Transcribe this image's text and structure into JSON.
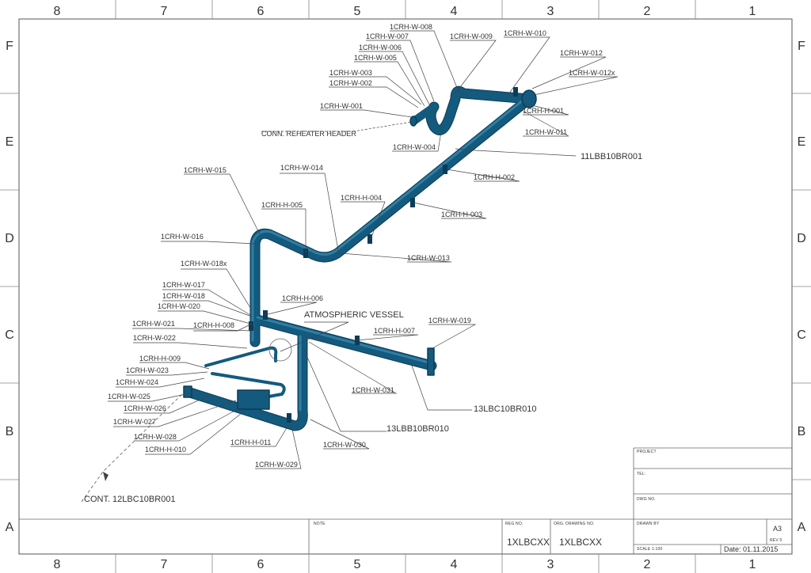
{
  "border": {
    "columns": [
      "8",
      "7",
      "6",
      "5",
      "4",
      "3",
      "2",
      "1"
    ],
    "rows": [
      "F",
      "E",
      "D",
      "C",
      "B",
      "A"
    ]
  },
  "colors": {
    "pipe": "#135a7e",
    "pipe_dark": "#0b3d57",
    "pipe_light": "#3a86ad",
    "line": "#444444"
  },
  "labels": {
    "w001": "1CRH-W-001",
    "w002": "1CRH-W-002",
    "w003": "1CRH-W-003",
    "w004": "1CRH-W-004",
    "w005": "1CRH-W-005",
    "w006": "1CRH-W-006",
    "w007": "1CRH-W-007",
    "w008": "1CRH-W-008",
    "w009": "1CRH-W-009",
    "w010": "1CRH-W-010",
    "w011": "1CRH-W-011",
    "w012": "1CRH-W-012",
    "w012x": "1CRH-W-012x",
    "w013": "1CRH-W-013",
    "w014": "1CRH-W-014",
    "w015": "1CRH-W-015",
    "w016": "1CRH-W-016",
    "w017": "1CRH-W-017",
    "w018": "1CRH-W-018",
    "w018x": "1CRH-W-018x",
    "w019": "1CRH-W-019",
    "w020": "1CRH-W-020",
    "w021": "1CRH-W-021",
    "w022": "1CRH-W-022",
    "w023": "1CRH-W-023",
    "w024": "1CRH-W-024",
    "w025": "1CRH-W-025",
    "w026": "1CRH-W-026",
    "w027": "1CRH-W-027",
    "w028": "1CRH-W-028",
    "w029": "1CRH-W-029",
    "w030": "1CRH-W-030",
    "w031": "1CRH-W-031",
    "h001": "1CRH-H-001",
    "h002": "1CRH-H-002",
    "h003": "1CRH-H-003",
    "h004": "1CRH-H-004",
    "h005": "1CRH-H-005",
    "h006": "1CRH-H-006",
    "h007": "1CRH-H-007",
    "h008": "1CRH-H-008",
    "h009": "1CRH-H-009",
    "h010": "1CRH-H-010",
    "h011": "1CRH-H-011",
    "conn_reheater": "CONN. REHEATER HEADER",
    "lbb_11": "11LBB10BR001",
    "atmospheric": "ATMOSPHERIC VESSEL",
    "lbc_13": "13LBC10BR010",
    "lbb_13": "13LBB10BR010",
    "cont": "CONT. 12LBC10BR001"
  },
  "title_block": {
    "project_label": "PROJECT",
    "tel_label": "TEL:",
    "dwg_label": "DWG NO.",
    "note_label": "NOTE",
    "reg_label": "REG NO.",
    "reg_value": "1XLBCXX",
    "org_label": "ORG. DRAWING NO.",
    "org_value": "1XLBCXX",
    "drawn_label": "DRAWN BY",
    "size": "A3",
    "rev": "Rev 0",
    "scale": "SCALE 1:100",
    "date": "Date: 01.11.2015"
  }
}
